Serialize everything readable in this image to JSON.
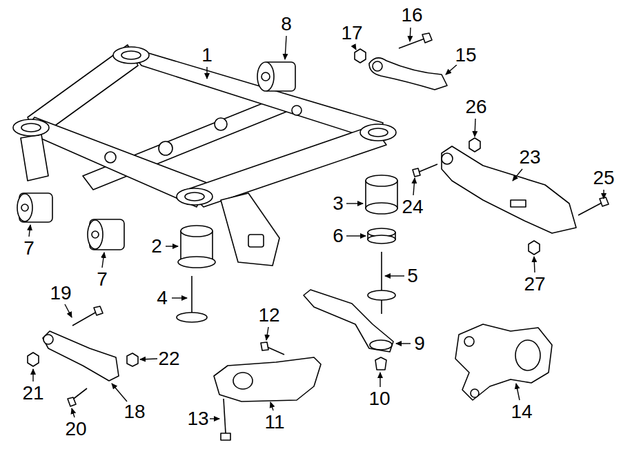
{
  "diagram": {
    "labels": [
      "16",
      "8",
      "17",
      "15",
      "1",
      "26",
      "23",
      "25",
      "3",
      "24",
      "6",
      "2",
      "7",
      "5",
      "7",
      "27",
      "19",
      "4",
      "12",
      "9",
      "22",
      "21",
      "10",
      "18",
      "14",
      "13",
      "11",
      "20"
    ]
  }
}
